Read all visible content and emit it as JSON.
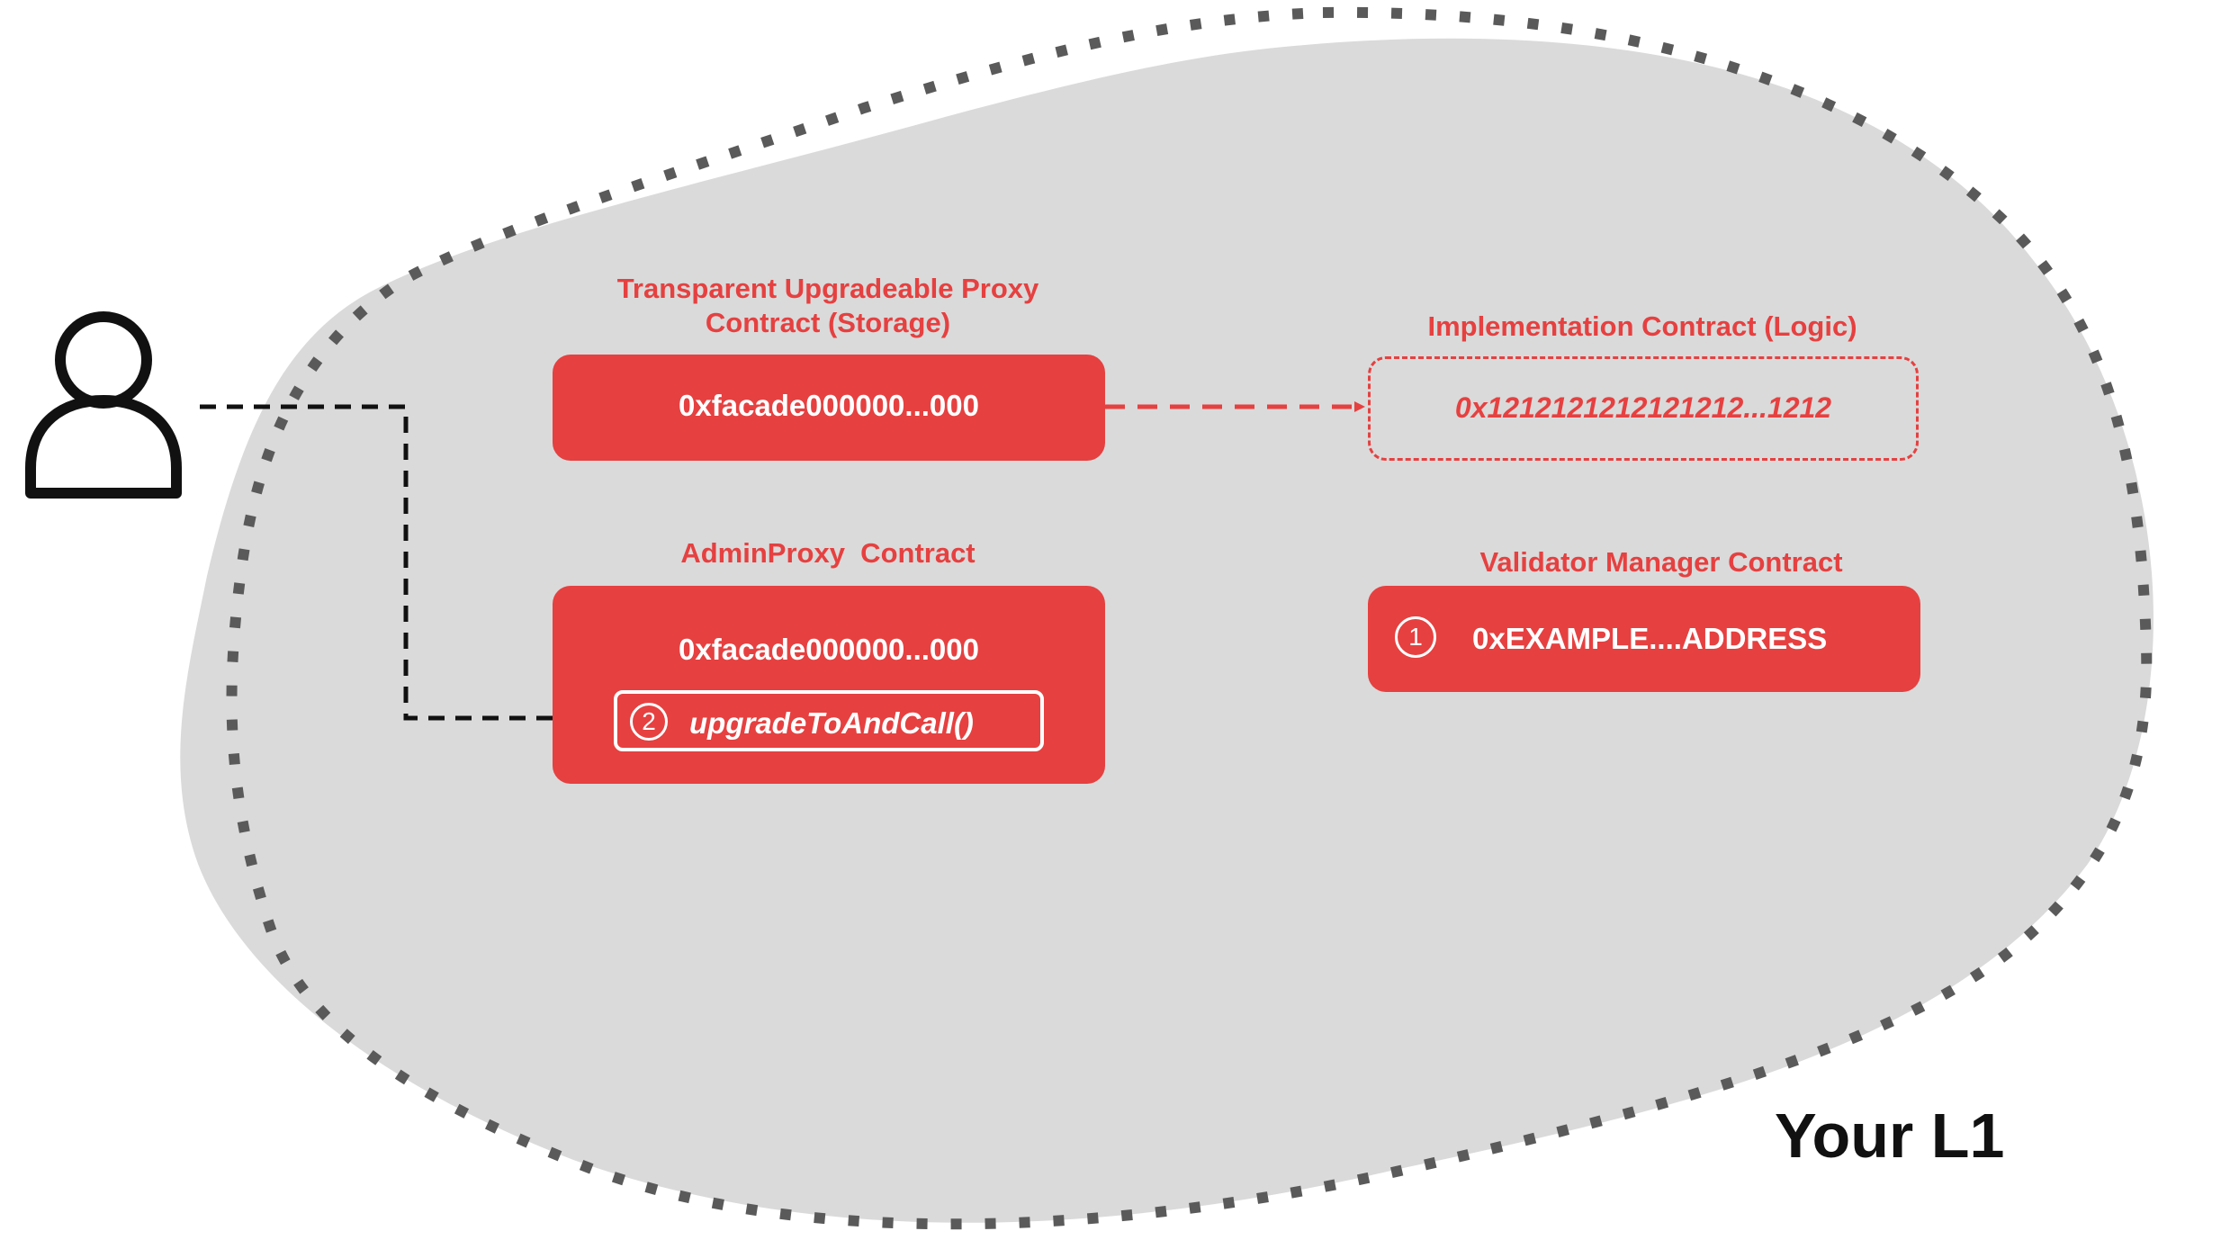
{
  "diagram": {
    "region_label": "Your L1",
    "user_icon": "user-icon",
    "colors": {
      "accent": "#e64040",
      "region_fill": "#dadada",
      "region_border": "#5a5a5a",
      "connector": "#111111"
    },
    "proxy_contract": {
      "title": "Transparent Upgradeable Proxy Contract (Storage)",
      "address": "0xfacade000000...000"
    },
    "implementation_contract": {
      "title": "Implementation Contract (Logic)",
      "address": "0x1212121212121212...1212"
    },
    "admin_proxy_contract": {
      "title": "AdminProxy  Contract",
      "address": "0xfacade000000...000",
      "function_step": "2",
      "function_name": "upgradeToAndCall()"
    },
    "validator_manager_contract": {
      "title": "Validator Manager Contract",
      "step": "1",
      "address": "0xEXAMPLE....ADDRESS"
    }
  }
}
